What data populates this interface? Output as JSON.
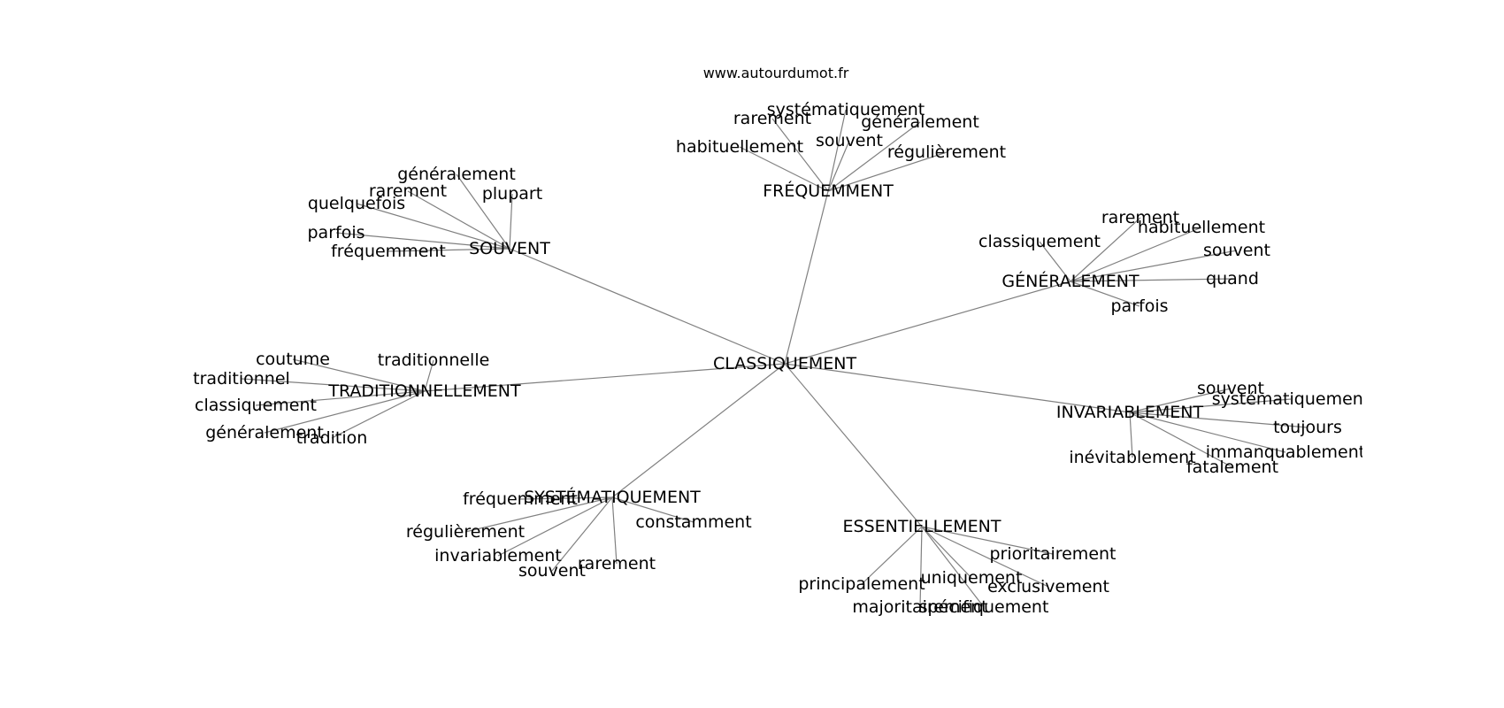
{
  "source": "www.autourdumot.fr",
  "center": "CLASSIQUEMENT",
  "hubs": [
    {
      "label": "FRÉQUEMMENT",
      "leaves": [
        "systématiquement",
        "rarement",
        "généralement",
        "habituellement",
        "souvent",
        "régulièrement"
      ]
    },
    {
      "label": "SOUVENT",
      "leaves": [
        "généralement",
        "rarement",
        "plupart",
        "quelquefois",
        "parfois",
        "fréquemment"
      ]
    },
    {
      "label": "GÉNÉRALEMENT",
      "leaves": [
        "rarement",
        "habituellement",
        "classiquement",
        "souvent",
        "quand",
        "parfois"
      ]
    },
    {
      "label": "TRADITIONNELLEMENT",
      "leaves": [
        "coutume",
        "traditionnelle",
        "traditionnel",
        "classiquement",
        "généralement",
        "tradition"
      ]
    },
    {
      "label": "INVARIABLEMENT",
      "leaves": [
        "souvent",
        "systématiquement",
        "toujours",
        "immanquablement",
        "inévitablement",
        "fatalement"
      ]
    },
    {
      "label": "SYSTÉMATIQUEMENT",
      "leaves": [
        "fréquemment",
        "constamment",
        "régulièrement",
        "invariablement",
        "souvent",
        "rarement"
      ]
    },
    {
      "label": "ESSENTIELLEMENT",
      "leaves": [
        "prioritairement",
        "uniquement",
        "exclusivement",
        "principalement",
        "majoritairement",
        "spécifiquement"
      ]
    }
  ]
}
